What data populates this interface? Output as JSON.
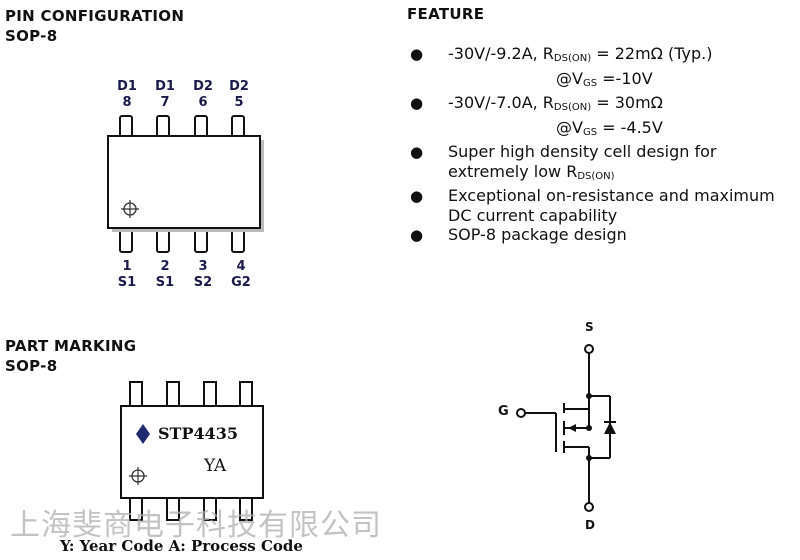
{
  "pin_config": {
    "title": "PIN CONFIGURATION",
    "package": "SOP-8",
    "top_pins": [
      {
        "name": "D1",
        "num": "8"
      },
      {
        "name": "D1",
        "num": "7"
      },
      {
        "name": "D2",
        "num": "6"
      },
      {
        "name": "D2",
        "num": "5"
      }
    ],
    "bottom_pins": [
      {
        "num": "1",
        "name": "S1"
      },
      {
        "num": "2",
        "name": "S1"
      },
      {
        "num": "3",
        "name": "S2"
      },
      {
        "num": "4",
        "name": "G2"
      }
    ]
  },
  "feature": {
    "title": "FEATURE",
    "items": {
      "i1": {
        "prefix": "-30V/-9.2A, R",
        "sub": "DS(ON)",
        "suffix": " = 22mΩ (Typ.)",
        "cond_prefix": "@V",
        "cond_sub": "GS",
        "cond_suffix": " =-10V"
      },
      "i2": {
        "prefix": "-30V/-7.0A, R",
        "sub": "DS(ON)",
        "suffix": " = 30mΩ",
        "cond_prefix": "@V",
        "cond_sub": "GS",
        "cond_suffix": " = -4.5V"
      },
      "i3": {
        "line1": "Super high density cell design for",
        "line2_prefix": "extremely low R",
        "line2_sub": "DS(ON)"
      },
      "i4": {
        "line1": "Exceptional on-resistance and maximum",
        "line2": "DC current capability"
      },
      "i5": {
        "line1": "SOP-8 package design"
      }
    }
  },
  "part_marking": {
    "title": "PART MARKING",
    "package": "SOP-8",
    "part_number": "STP4435",
    "code": "YA",
    "legend": "Y: Year Code A: Process Code"
  },
  "schematic": {
    "source_label": "S",
    "gate_label": "G",
    "drain_label": "D"
  },
  "watermark": "上海斐商电子科技有限公司"
}
